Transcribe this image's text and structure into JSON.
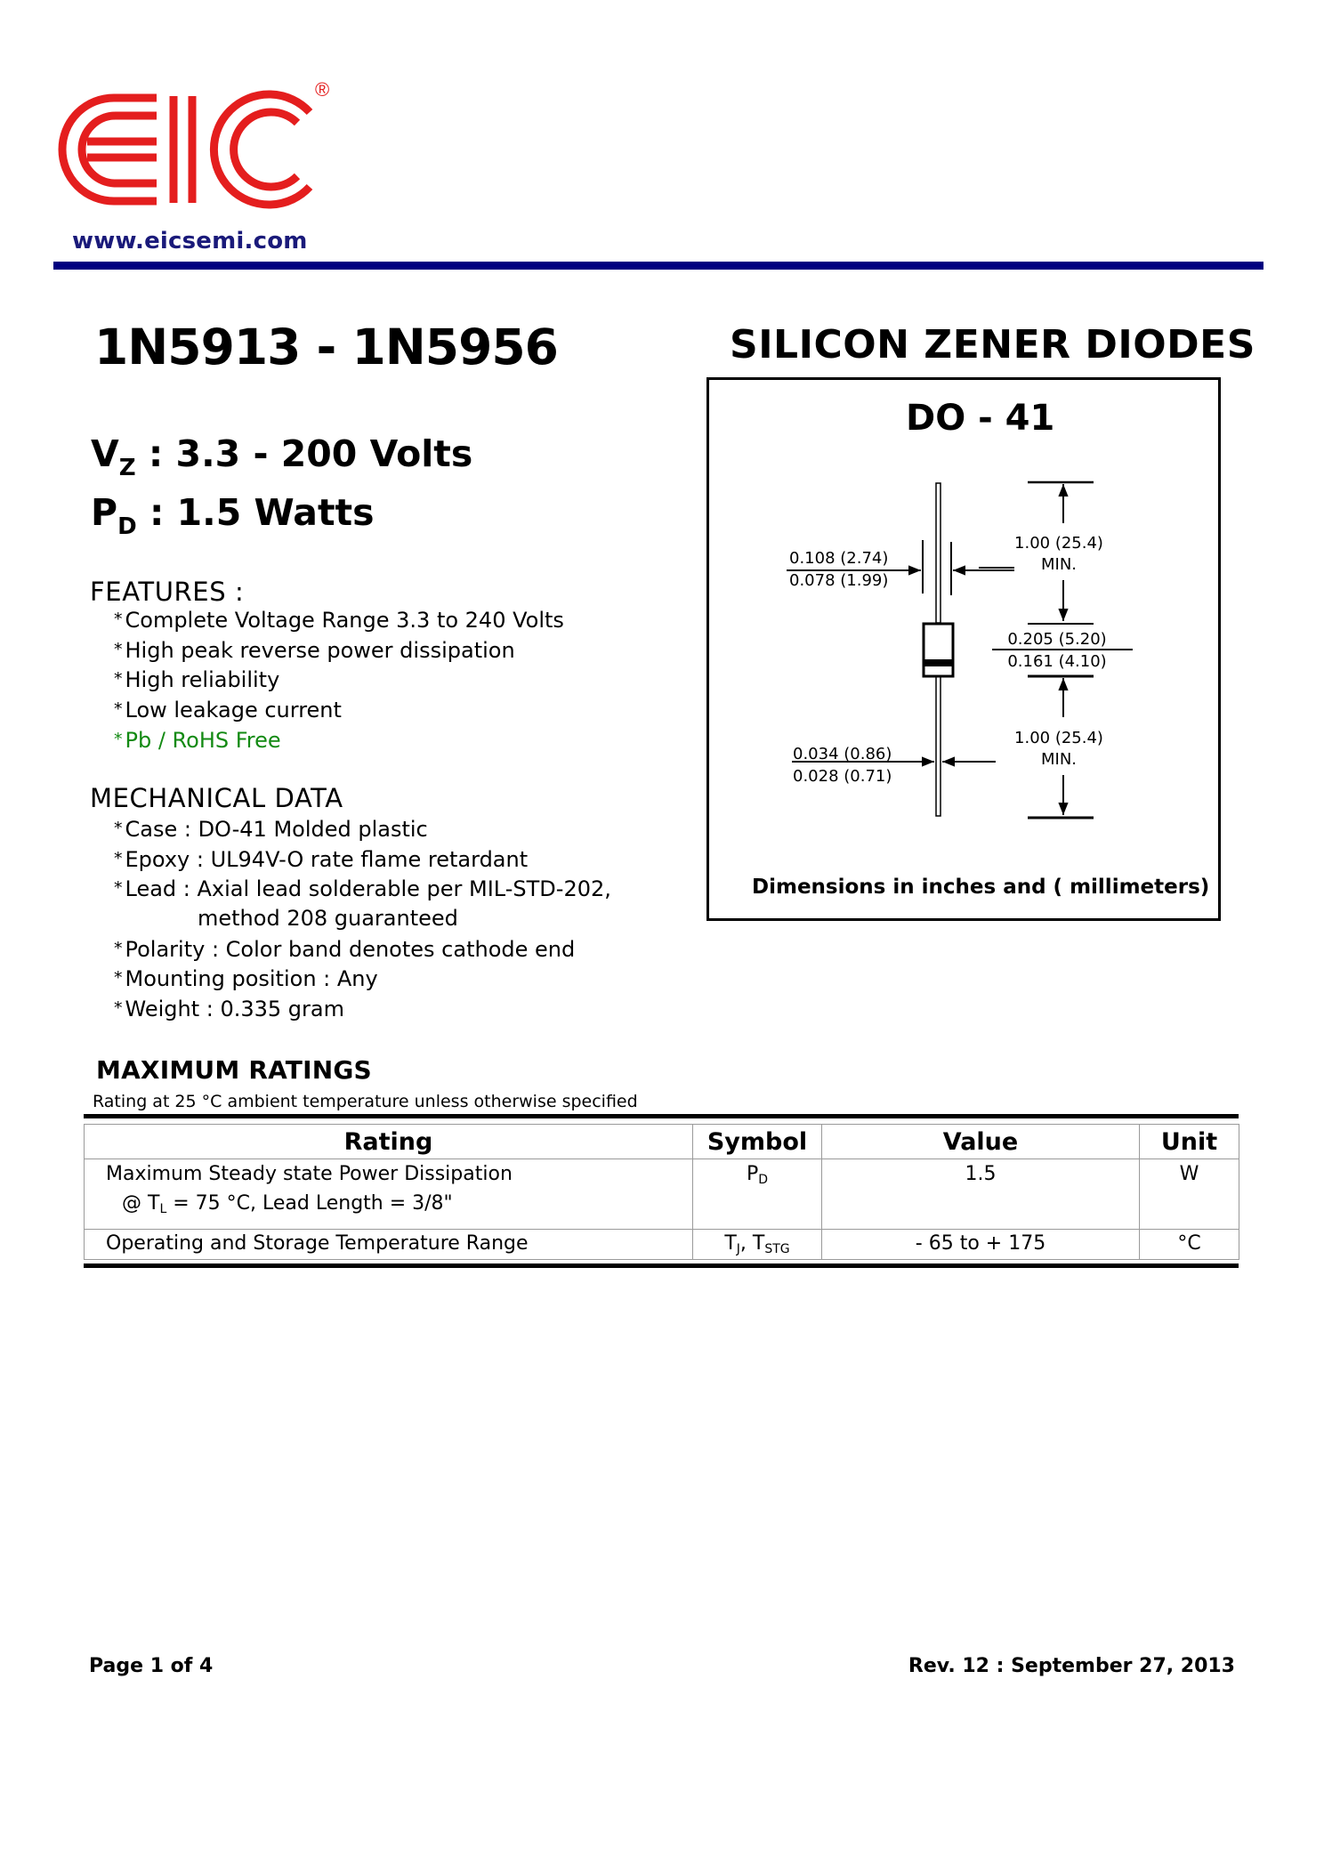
{
  "header": {
    "logo_text": "EIC",
    "logo_registered": "®",
    "logo_color": "#e41e1e",
    "website": "www.eicsemi.com",
    "rule_color": "#000080"
  },
  "title": {
    "part_range": "1N5913 - 1N5956",
    "product_type": "SILICON ZENER DIODES"
  },
  "specs": {
    "vz_symbol": "V",
    "vz_sub": "Z",
    "vz_value": ": 3.3 - 200 Volts",
    "pd_symbol": "P",
    "pd_sub": "D",
    "pd_value": ": 1.5 Watts"
  },
  "features": {
    "heading": "FEATURES :",
    "items": [
      "Complete Voltage Range 3.3 to 240 Volts",
      "High peak reverse power dissipation",
      "High reliability",
      "Low leakage current",
      "Pb / RoHS Free"
    ],
    "highlight_color": "#138a13"
  },
  "mechanical": {
    "heading": "MECHANICAL DATA",
    "items": [
      "Case : DO-41 Molded plastic",
      "Epoxy : UL94V-O rate flame retardant",
      "Lead : Axial lead solderable per MIL-STD-202,",
      "method 208 guaranteed",
      "Polarity : Color band denotes cathode end",
      "Mounting position : Any",
      "Weight : 0.335 gram"
    ]
  },
  "package": {
    "name": "DO - 41",
    "lead_length_top": "1.00 (25.4)",
    "lead_length_top_note": "MIN.",
    "body_diameter_max": "0.108 (2.74)",
    "body_diameter_min": "0.078 (1.99)",
    "body_length_max": "0.205 (5.20)",
    "body_length_min": "0.161 (4.10)",
    "lead_diameter_max": "0.034 (0.86)",
    "lead_diameter_min": "0.028 (0.71)",
    "lead_length_bottom": "1.00 (25.4)",
    "lead_length_bottom_note": "MIN.",
    "caption": "Dimensions in inches and ( millimeters)"
  },
  "ratings": {
    "heading": "MAXIMUM RATINGS",
    "note": "Rating at 25 °C ambient temperature unless otherwise specified",
    "columns": [
      "Rating",
      "Symbol",
      "Value",
      "Unit"
    ],
    "rows": [
      {
        "rating": "Maximum Steady state Power Dissipation",
        "condition_prefix": "@  T",
        "condition_sub": "L",
        "condition_suffix": " = 75 °C,   Lead Length = 3/8\"",
        "symbol_main": "P",
        "symbol_sub": "D",
        "symbol_main2": "",
        "symbol_sub2": "",
        "value": "1.5",
        "unit": "W"
      },
      {
        "rating": "Operating and Storage Temperature Range",
        "symbol_main": "T",
        "symbol_sub": "J",
        "symbol_main2": ", T",
        "symbol_sub2": "STG",
        "value": "- 65 to + 175",
        "unit": "°C"
      }
    ]
  },
  "footer": {
    "page": "Page 1 of 4",
    "revision": "Rev. 12 : September 27, 2013"
  }
}
